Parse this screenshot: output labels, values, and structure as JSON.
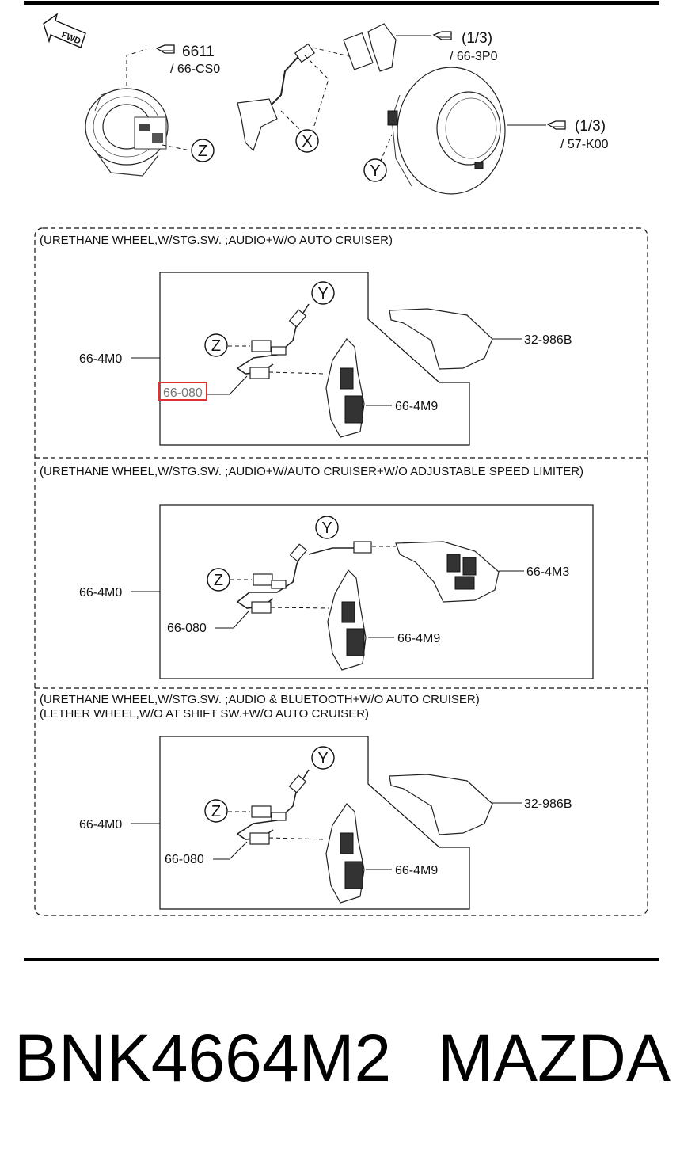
{
  "diagram": {
    "top": {
      "fwd_label": "FWD",
      "ref_6611": "6611",
      "ref_66cs0": "/ 66-CS0",
      "ref_13a": "(1/3)",
      "ref_663p0": "/ 66-3P0",
      "ref_13b": "(1/3)",
      "ref_57k00": "/ 57-K00",
      "callout_z": "Z",
      "callout_x": "X",
      "callout_y": "Y"
    },
    "sections": [
      {
        "header": "(URETHANE WHEEL,W/STG.SW. ;AUDIO+W/O AUTO CRUISER)",
        "callout_y": "Y",
        "callout_z": "Z",
        "left_label": "66-4M0",
        "harness_label": "66-080",
        "switch_label": "66-4M9",
        "cover_label": "32-986B"
      },
      {
        "header": "(URETHANE WHEEL,W/STG.SW. ;AUDIO+W/AUTO CRUISER+W/O ADJUSTABLE SPEED LIMITER)",
        "callout_y": "Y",
        "callout_z": "Z",
        "left_label": "66-4M0",
        "harness_label": "66-080",
        "switch_label": "66-4M9",
        "cover_label": "66-4M3"
      },
      {
        "header": "(URETHANE WHEEL,W/STG.SW. ;AUDIO & BLUETOOTH+W/O AUTO CRUISER)",
        "header2": "(LETHER WHEEL,W/O AT SHIFT SW.+W/O AUTO CRUISER)",
        "callout_y": "Y",
        "callout_z": "Z",
        "left_label": "66-4M0",
        "harness_label": "66-080",
        "switch_label": "66-4M9",
        "cover_label": "32-986B"
      }
    ],
    "highlight_color": "#e03030"
  },
  "footer": {
    "part_number": "BNK4664M2",
    "brand": "MAZDA"
  }
}
